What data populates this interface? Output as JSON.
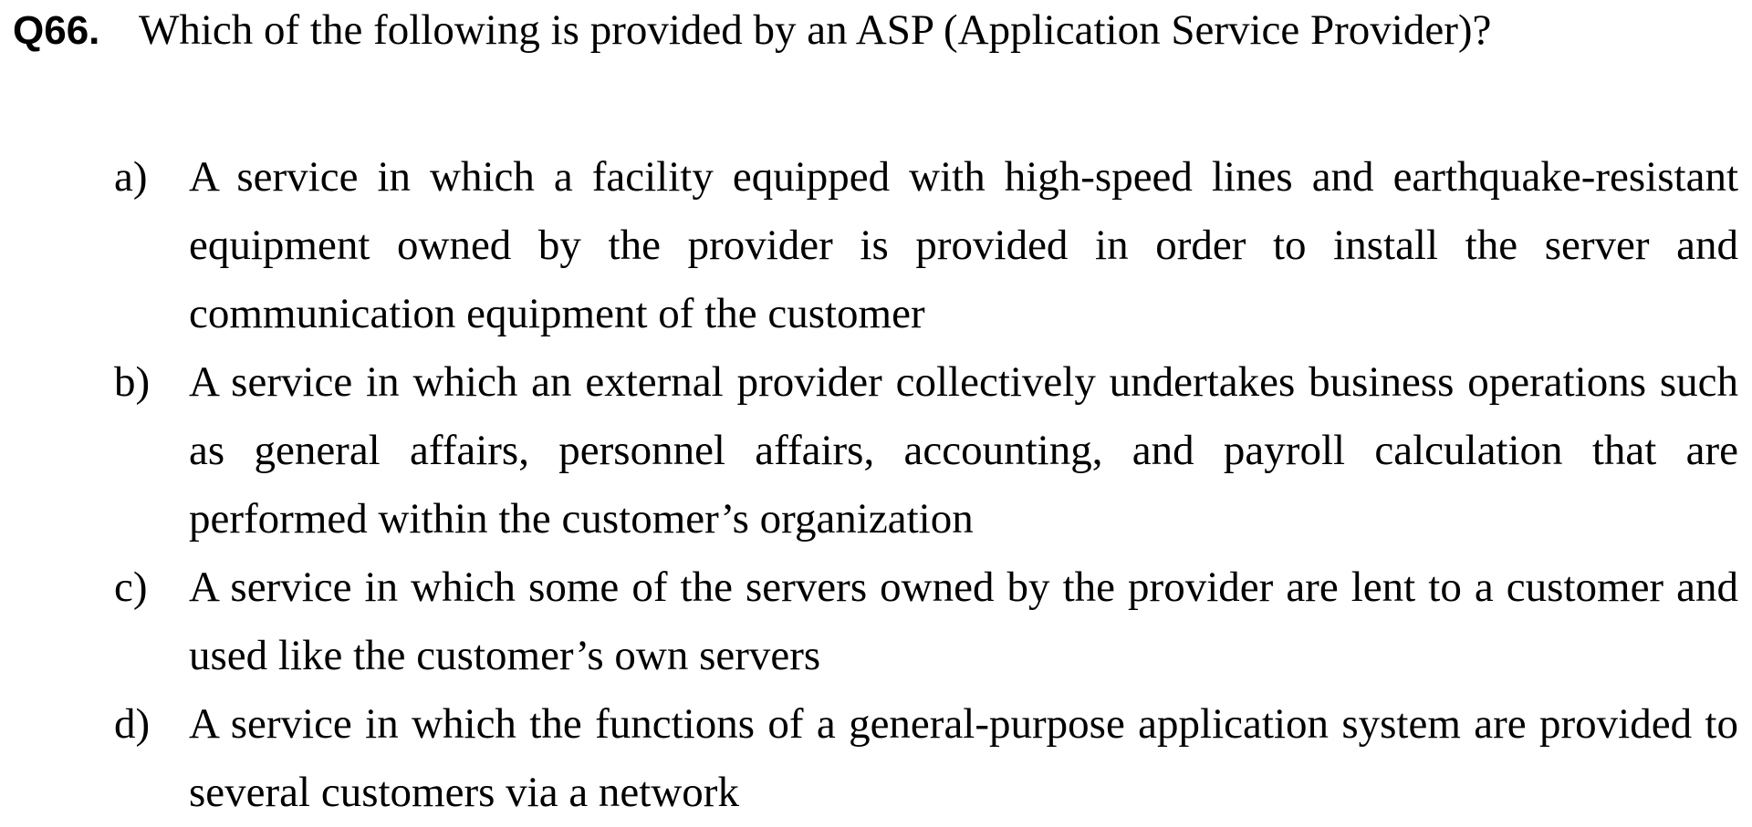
{
  "question": {
    "number": "Q66.",
    "text": "Which of the following is provided by an ASP (Application Service Provider)?"
  },
  "options": [
    {
      "label": "a)",
      "text": "A service in which a facility equipped with high-speed lines and earthquake-resistant equipment owned by the provider is provided in order to install the server and communication equipment of the customer"
    },
    {
      "label": "b)",
      "text": "A service in which an external provider collectively undertakes business operations such as general affairs, personnel affairs, accounting, and payroll calculation that are performed within the customer’s organization"
    },
    {
      "label": "c)",
      "text": "A service in which some of the servers owned by the provider are lent to a customer and used like the customer’s own servers"
    },
    {
      "label": "d)",
      "text": "A service in which the functions of a general-purpose application system are provided to several customers via a network"
    }
  ]
}
